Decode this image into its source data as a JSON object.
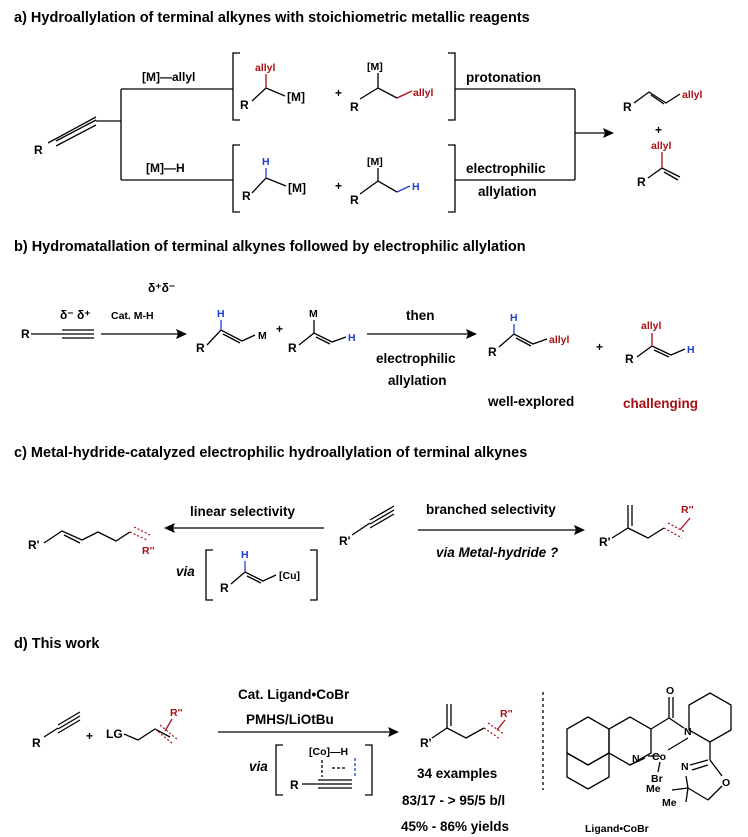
{
  "sections": {
    "a": {
      "title": "a) Hydroallylation of terminal alkynes with stoichiometric metallic reagents",
      "reagent_top": "[M]—allyl",
      "reagent_bottom": "[M]—H",
      "step_top": "protonation",
      "step_bottom_1": "electrophilic",
      "step_bottom_2": "allylation",
      "plus": "+",
      "r": "R",
      "m": "[M]",
      "allyl": "allyl",
      "h": "H"
    },
    "b": {
      "title": "b) Hydromatallation of terminal alkynes followed by electrophilic allylation",
      "delta_top": "δ⁺δ⁻",
      "delta_bottom": "δ⁻ δ⁺",
      "catalyst": "Cat. M-H",
      "then": "then",
      "step_1": "electrophilic",
      "step_2": "allylation",
      "well_explored": "well-explored",
      "challenging": "challenging",
      "m": "M",
      "h": "H",
      "r": "R",
      "allyl": "allyl",
      "plus": "+"
    },
    "c": {
      "title": "c) Metal-hydride-catalyzed  electrophilic hydroallylation of terminal alkynes",
      "linear": "linear selectivity",
      "branched": "branched selectivity",
      "via": "via",
      "via_mh": "via Metal-hydride ?",
      "cu": "[Cu]",
      "h": "H",
      "r": "R",
      "rp": "R'",
      "rpp": "R''"
    },
    "d": {
      "title": "d) This work",
      "cond_1": "Cat. Ligand•CoBr",
      "cond_2": "PMHS/LiOtBu",
      "via": "via",
      "co_h": "[Co]—H",
      "lg": "LG",
      "examples": "34 examples",
      "ratio": "83/17 - > 95/5 b/l",
      "yields": "45% - 86% yields",
      "ligand_label": "Ligand•CoBr",
      "co": "Co",
      "br": "Br",
      "n": "N",
      "o": "O",
      "me": "Me",
      "r": "R",
      "rp": "R'",
      "rpp": "R''",
      "plus": "+"
    }
  }
}
